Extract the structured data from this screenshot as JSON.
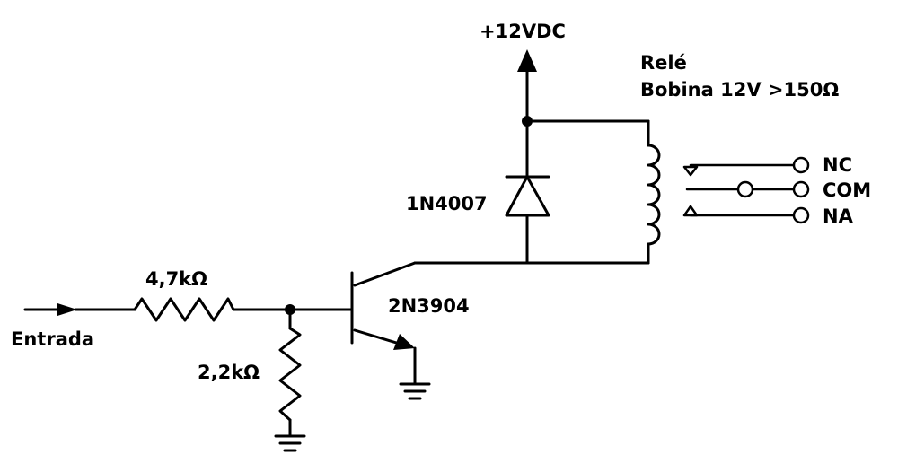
{
  "labels": {
    "supply": "+12VDC",
    "relay_title": "Relé",
    "relay_coil": "Bobina 12V >150Ω",
    "diode": "1N4007",
    "transistor": "2N3904",
    "r_series": "4,7kΩ",
    "r_pulldown": "2,2kΩ",
    "input": "Entrada",
    "contact_nc": "NC",
    "contact_com": "COM",
    "contact_na": "NA"
  }
}
